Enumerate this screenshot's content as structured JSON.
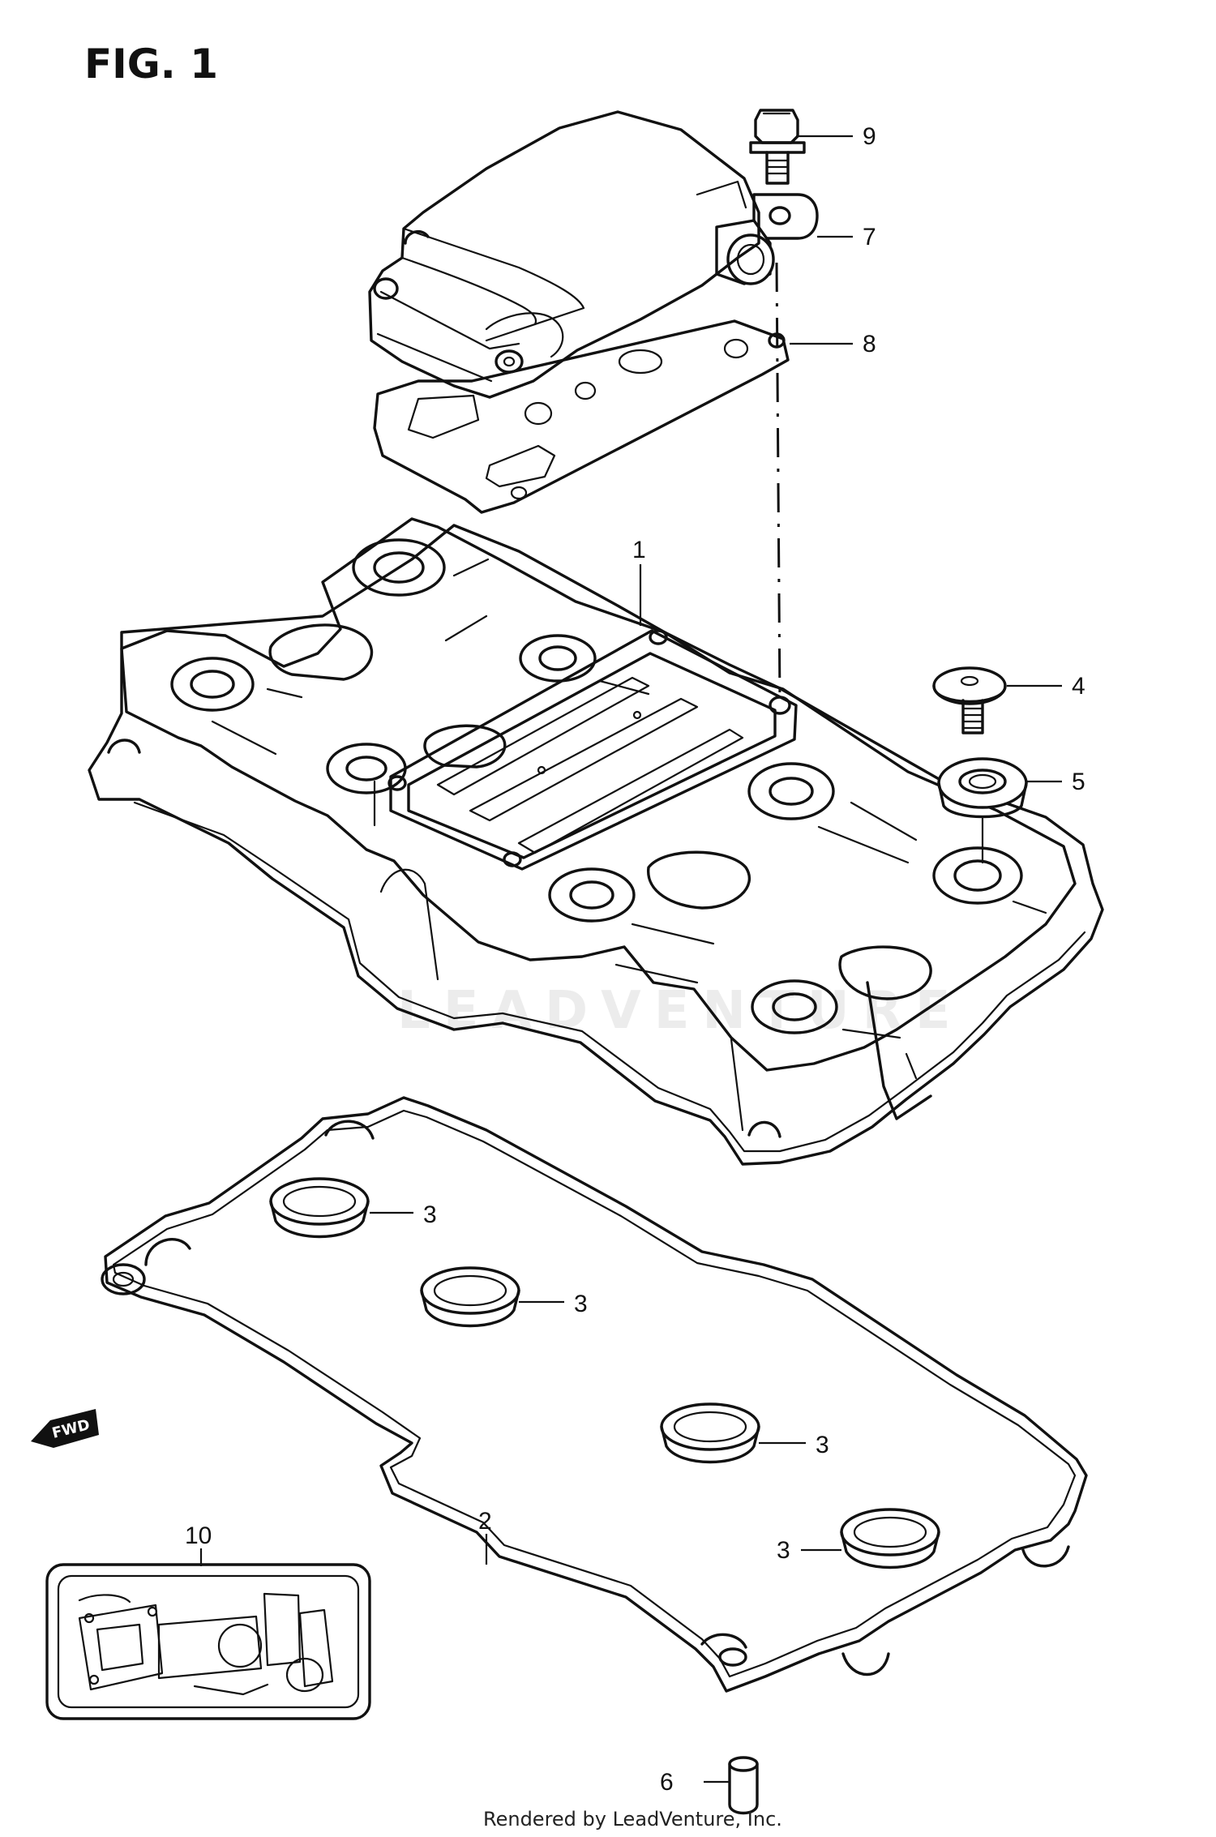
{
  "figure": {
    "title": "FIG. 1",
    "footer": "Rendered by LeadVenture, Inc.",
    "watermark": "LEADVENTURE",
    "front_marker": "FWD"
  },
  "callouts": [
    {
      "id": "c1",
      "label": "1"
    },
    {
      "id": "c2",
      "label": "2"
    },
    {
      "id": "c3a",
      "label": "3"
    },
    {
      "id": "c3b",
      "label": "3"
    },
    {
      "id": "c3c",
      "label": "3"
    },
    {
      "id": "c3d",
      "label": "3"
    },
    {
      "id": "c4",
      "label": "4"
    },
    {
      "id": "c5",
      "label": "5"
    },
    {
      "id": "c6",
      "label": "6"
    },
    {
      "id": "c7",
      "label": "7"
    },
    {
      "id": "c8",
      "label": "8"
    },
    {
      "id": "c9",
      "label": "9"
    },
    {
      "id": "c10",
      "label": "10"
    }
  ]
}
